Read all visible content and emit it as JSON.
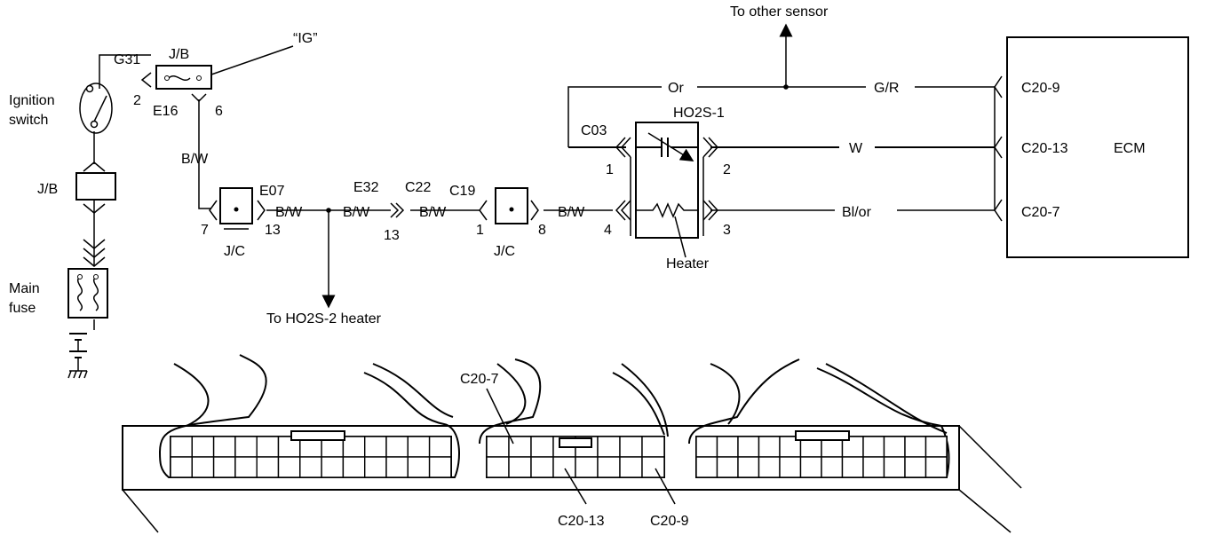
{
  "labels": {
    "to_other_sensor": "To other sensor",
    "ig": "“IG”",
    "g31": "G31",
    "jb_top": "J/B",
    "ignition_switch_1": "Ignition",
    "ignition_switch_2": "switch",
    "pin_2": "2",
    "e16": "E16",
    "pin_6": "6",
    "jb_left": "J/B",
    "main_fuse_1": "Main",
    "main_fuse_2": "fuse",
    "bw_vertical": "B/W",
    "e07": "E07",
    "bw_1": "B/W",
    "pin_7": "7",
    "pin_13a": "13",
    "jc_1": "J/C",
    "e32": "E32",
    "bw_2": "B/W",
    "pin_13b": "13",
    "c22": "C22",
    "bw_3": "B/W",
    "c19": "C19",
    "pin_1a": "1",
    "pin_8": "8",
    "jc_2": "J/C",
    "bw_4": "B/W",
    "pin_4": "4",
    "to_ho2s2": "To HO2S-2 heater",
    "or": "Or",
    "gr": "G/R",
    "c03": "C03",
    "ho2s1": "HO2S-1",
    "pin_1b": "1",
    "pin_2b": "2",
    "pin_3": "3",
    "w": "W",
    "blor": "Bl/or",
    "heater": "Heater",
    "c20_9": "C20-9",
    "c20_13": "C20-13",
    "c20_7": "C20-7",
    "ecm": "ECM",
    "conn_c20_7": "C20-7",
    "conn_c20_13": "C20-13",
    "conn_c20_9": "C20-9"
  }
}
